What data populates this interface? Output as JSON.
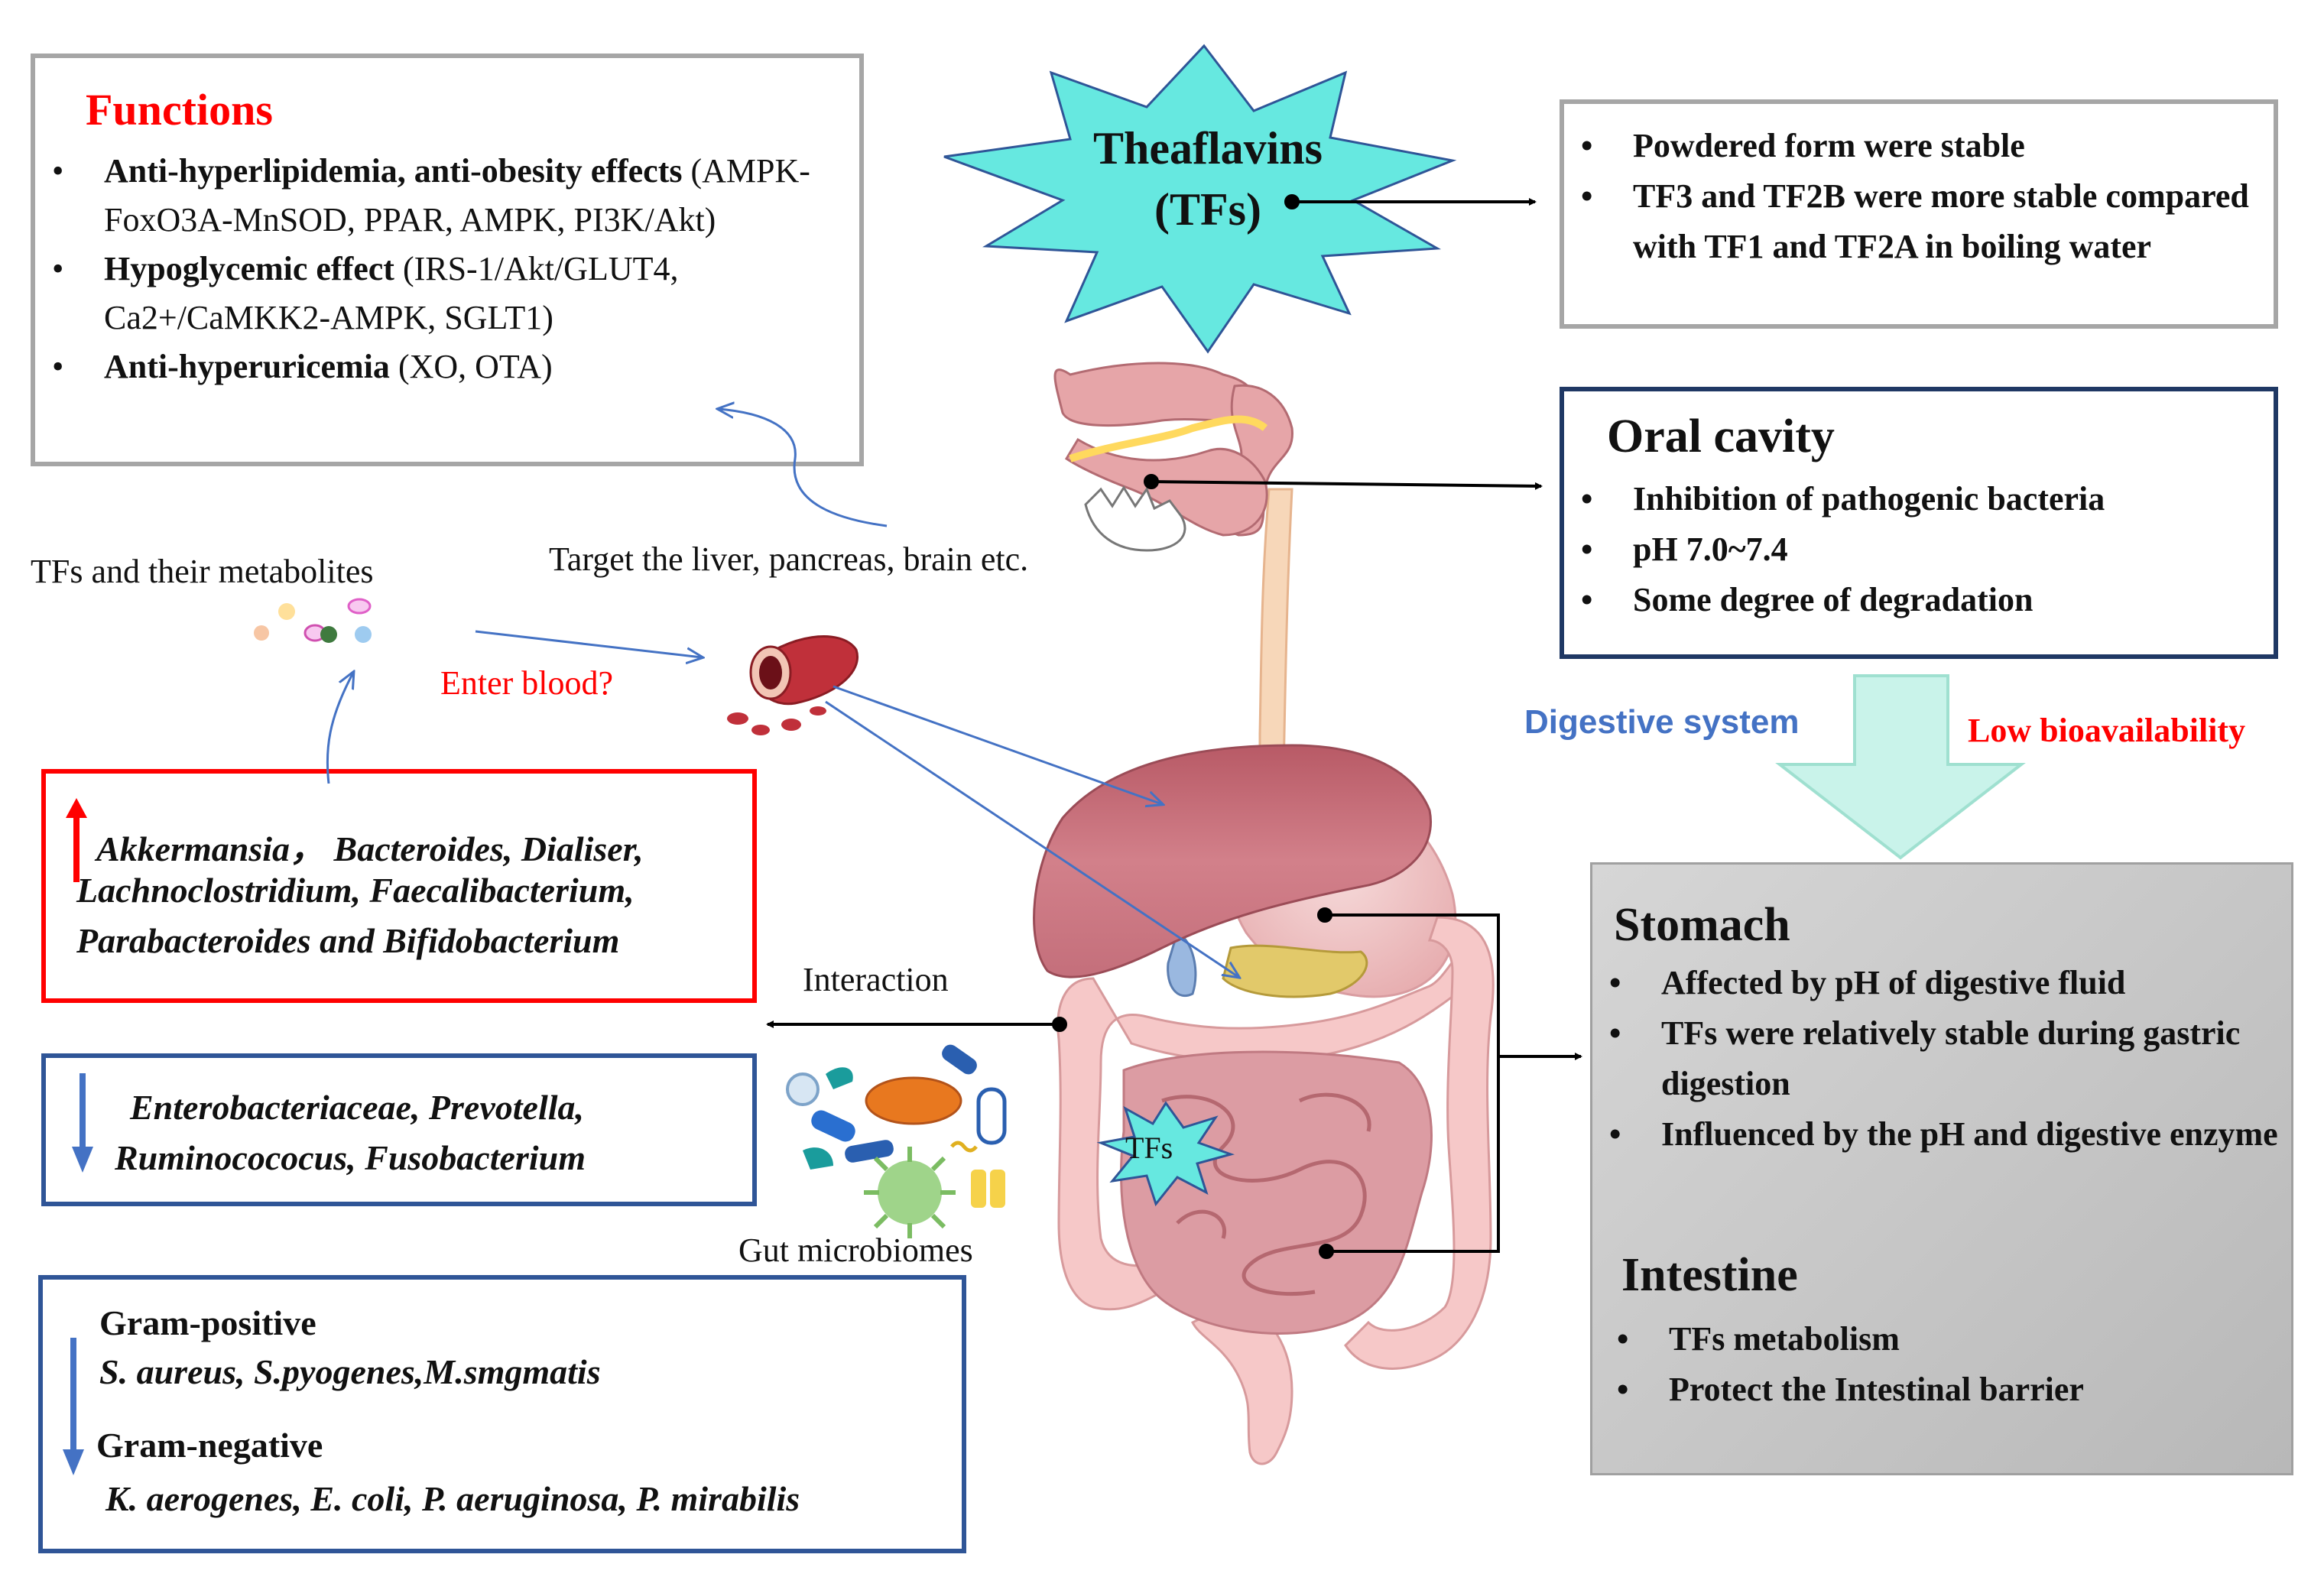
{
  "functions": {
    "title": "Functions",
    "items": [
      {
        "bold": "Anti-hyperlipidemia, anti-obesity effects",
        "normal": "(AMPK-FoxO3A-MnSOD, PPAR, AMPK, PI3K/Akt)"
      },
      {
        "bold": "Hypoglycemic effect",
        "normal": "(IRS-1/Akt/GLUT4, Ca2+/CaMKK2-AMPK,  SGLT1)"
      },
      {
        "bold": "Anti-hyperuricemia",
        "normal": "(XO, OTA)"
      }
    ]
  },
  "theaflavins": {
    "line1": "Theaflavins",
    "line2": "(TFs)"
  },
  "stability": {
    "items": [
      "Powdered form were stable",
      "TF3 and TF2B were more stable compared with TF1 and TF2A in boiling water"
    ]
  },
  "oral_cavity": {
    "title": "Oral cavity",
    "items": [
      "Inhibition of pathogenic bacteria",
      "pH 7.0~7.4",
      "Some degree of degradation"
    ]
  },
  "labels": {
    "tfs_metabolites": "TFs and their metabolites",
    "target": "Target  the liver, pancreas,  brain  etc.",
    "enter_blood": "Enter blood?",
    "digestive_system": "Digestive system",
    "low_bioavailability": "Low bioavailability",
    "interaction": "Interaction",
    "gut_microbiomes": "Gut microbiomes",
    "tfs_star": "TFs"
  },
  "increase_box": {
    "lines": [
      "Akkermansia， Bacteroides, Dialiser,",
      "Lachnoclostridium, Faecalibacterium,",
      "Parabacteroides and Bifidobacterium"
    ]
  },
  "decrease_box": {
    "lines": [
      "Enterobacteriaceae, Prevotella,",
      "Ruminocococus, Fusobacterium"
    ]
  },
  "gram_box": {
    "positive_title": "Gram-positive",
    "positive_species": "S. aureus, S.pyogenes,M.smgmatis",
    "negative_title": "Gram-negative",
    "negative_species": "K. aerogenes, E. coli, P. aeruginosa, P. mirabilis"
  },
  "stomach_intestine": {
    "stomach_title": "Stomach",
    "stomach_items": [
      "Affected by pH of digestive fluid",
      " TFs were relatively stable during gastric digestion",
      "Influenced by the pH and digestive enzyme"
    ],
    "intestine_title": "Intestine",
    "intestine_items": [
      "TFs metabolism",
      "Protect the Intestinal barrier"
    ]
  },
  "colors": {
    "functions_title": "#ff0000",
    "box_gray_border": "#a6a6a6",
    "box_navy_border": "#1f3864",
    "red_border": "#ff0000",
    "blue_border": "#2f5597",
    "digestive_system": "#4472c4",
    "low_bioavailability": "#ff0000",
    "star_fill": "#66e8e0",
    "down_arrow_fill": "#c9f3ea",
    "stomach_bg": "#c8c8c8"
  }
}
